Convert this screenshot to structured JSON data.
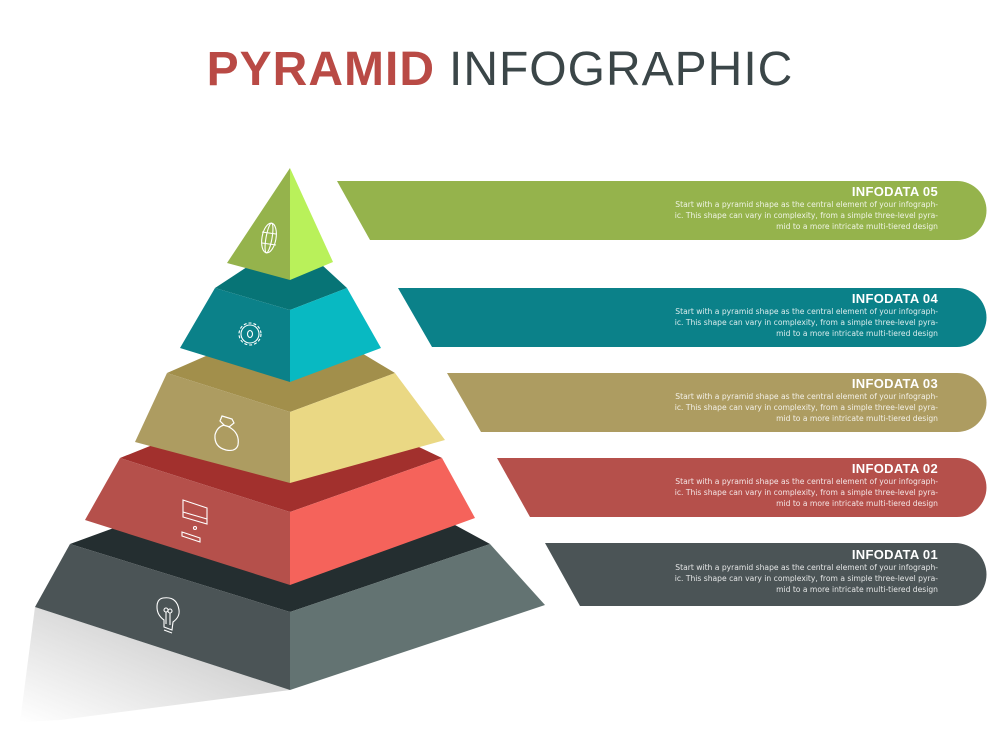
{
  "title": {
    "bold": "PYRAMID",
    "light": "INFOGRAPHIC",
    "bold_color": "#b94a45",
    "light_color": "#3b4648"
  },
  "tiers": [
    {
      "level": 5,
      "label": "INFODATA 05",
      "icon": "globe-icon",
      "color": "#95b34c",
      "light": "#b9f15a",
      "body": [
        "Start with a pyramid shape as the central element of your infograph-",
        "ic. This shape can vary in complexity, from a simple three-level pyra-",
        "mid to a more intricate multi-tiered design"
      ]
    },
    {
      "level": 4,
      "label": "INFODATA 04",
      "icon": "gear-icon",
      "color": "#0b8189",
      "light": "#08b9c2",
      "top": "#077476",
      "body": [
        "Start with a pyramid shape as the central element of your infograph-",
        "ic. This shape can vary in complexity, from a simple three-level pyra-",
        "mid to a more intricate multi-tiered design"
      ]
    },
    {
      "level": 3,
      "label": "INFODATA 03",
      "icon": "money-bag-icon",
      "color": "#ad9c61",
      "light": "#ead884",
      "top": "#a28f4b",
      "body": [
        "Start with a pyramid shape as the central element of your infograph-",
        "ic. This shape can vary in complexity, from a simple three-level pyra-",
        "mid to a more intricate multi-tiered design"
      ]
    },
    {
      "level": 2,
      "label": "INFODATA 02",
      "icon": "monitor-icon",
      "color": "#b5504b",
      "light": "#f5635b",
      "top": "#a2302d",
      "body": [
        "Start with a pyramid shape as the central element of your infograph-",
        "ic. This shape can vary in complexity, from a simple three-level pyra-",
        "mid to a more intricate multi-tiered design"
      ]
    },
    {
      "level": 1,
      "label": "INFODATA 01",
      "icon": "lightbulb-icon",
      "color": "#4b5456",
      "light": "#637372",
      "top": "#242e30",
      "body": [
        "Start with a pyramid shape as the central element of your infograph-",
        "ic. This shape can vary in complexity, from a simple three-level pyra-",
        "mid to a more intricate multi-tiered design"
      ]
    }
  ]
}
